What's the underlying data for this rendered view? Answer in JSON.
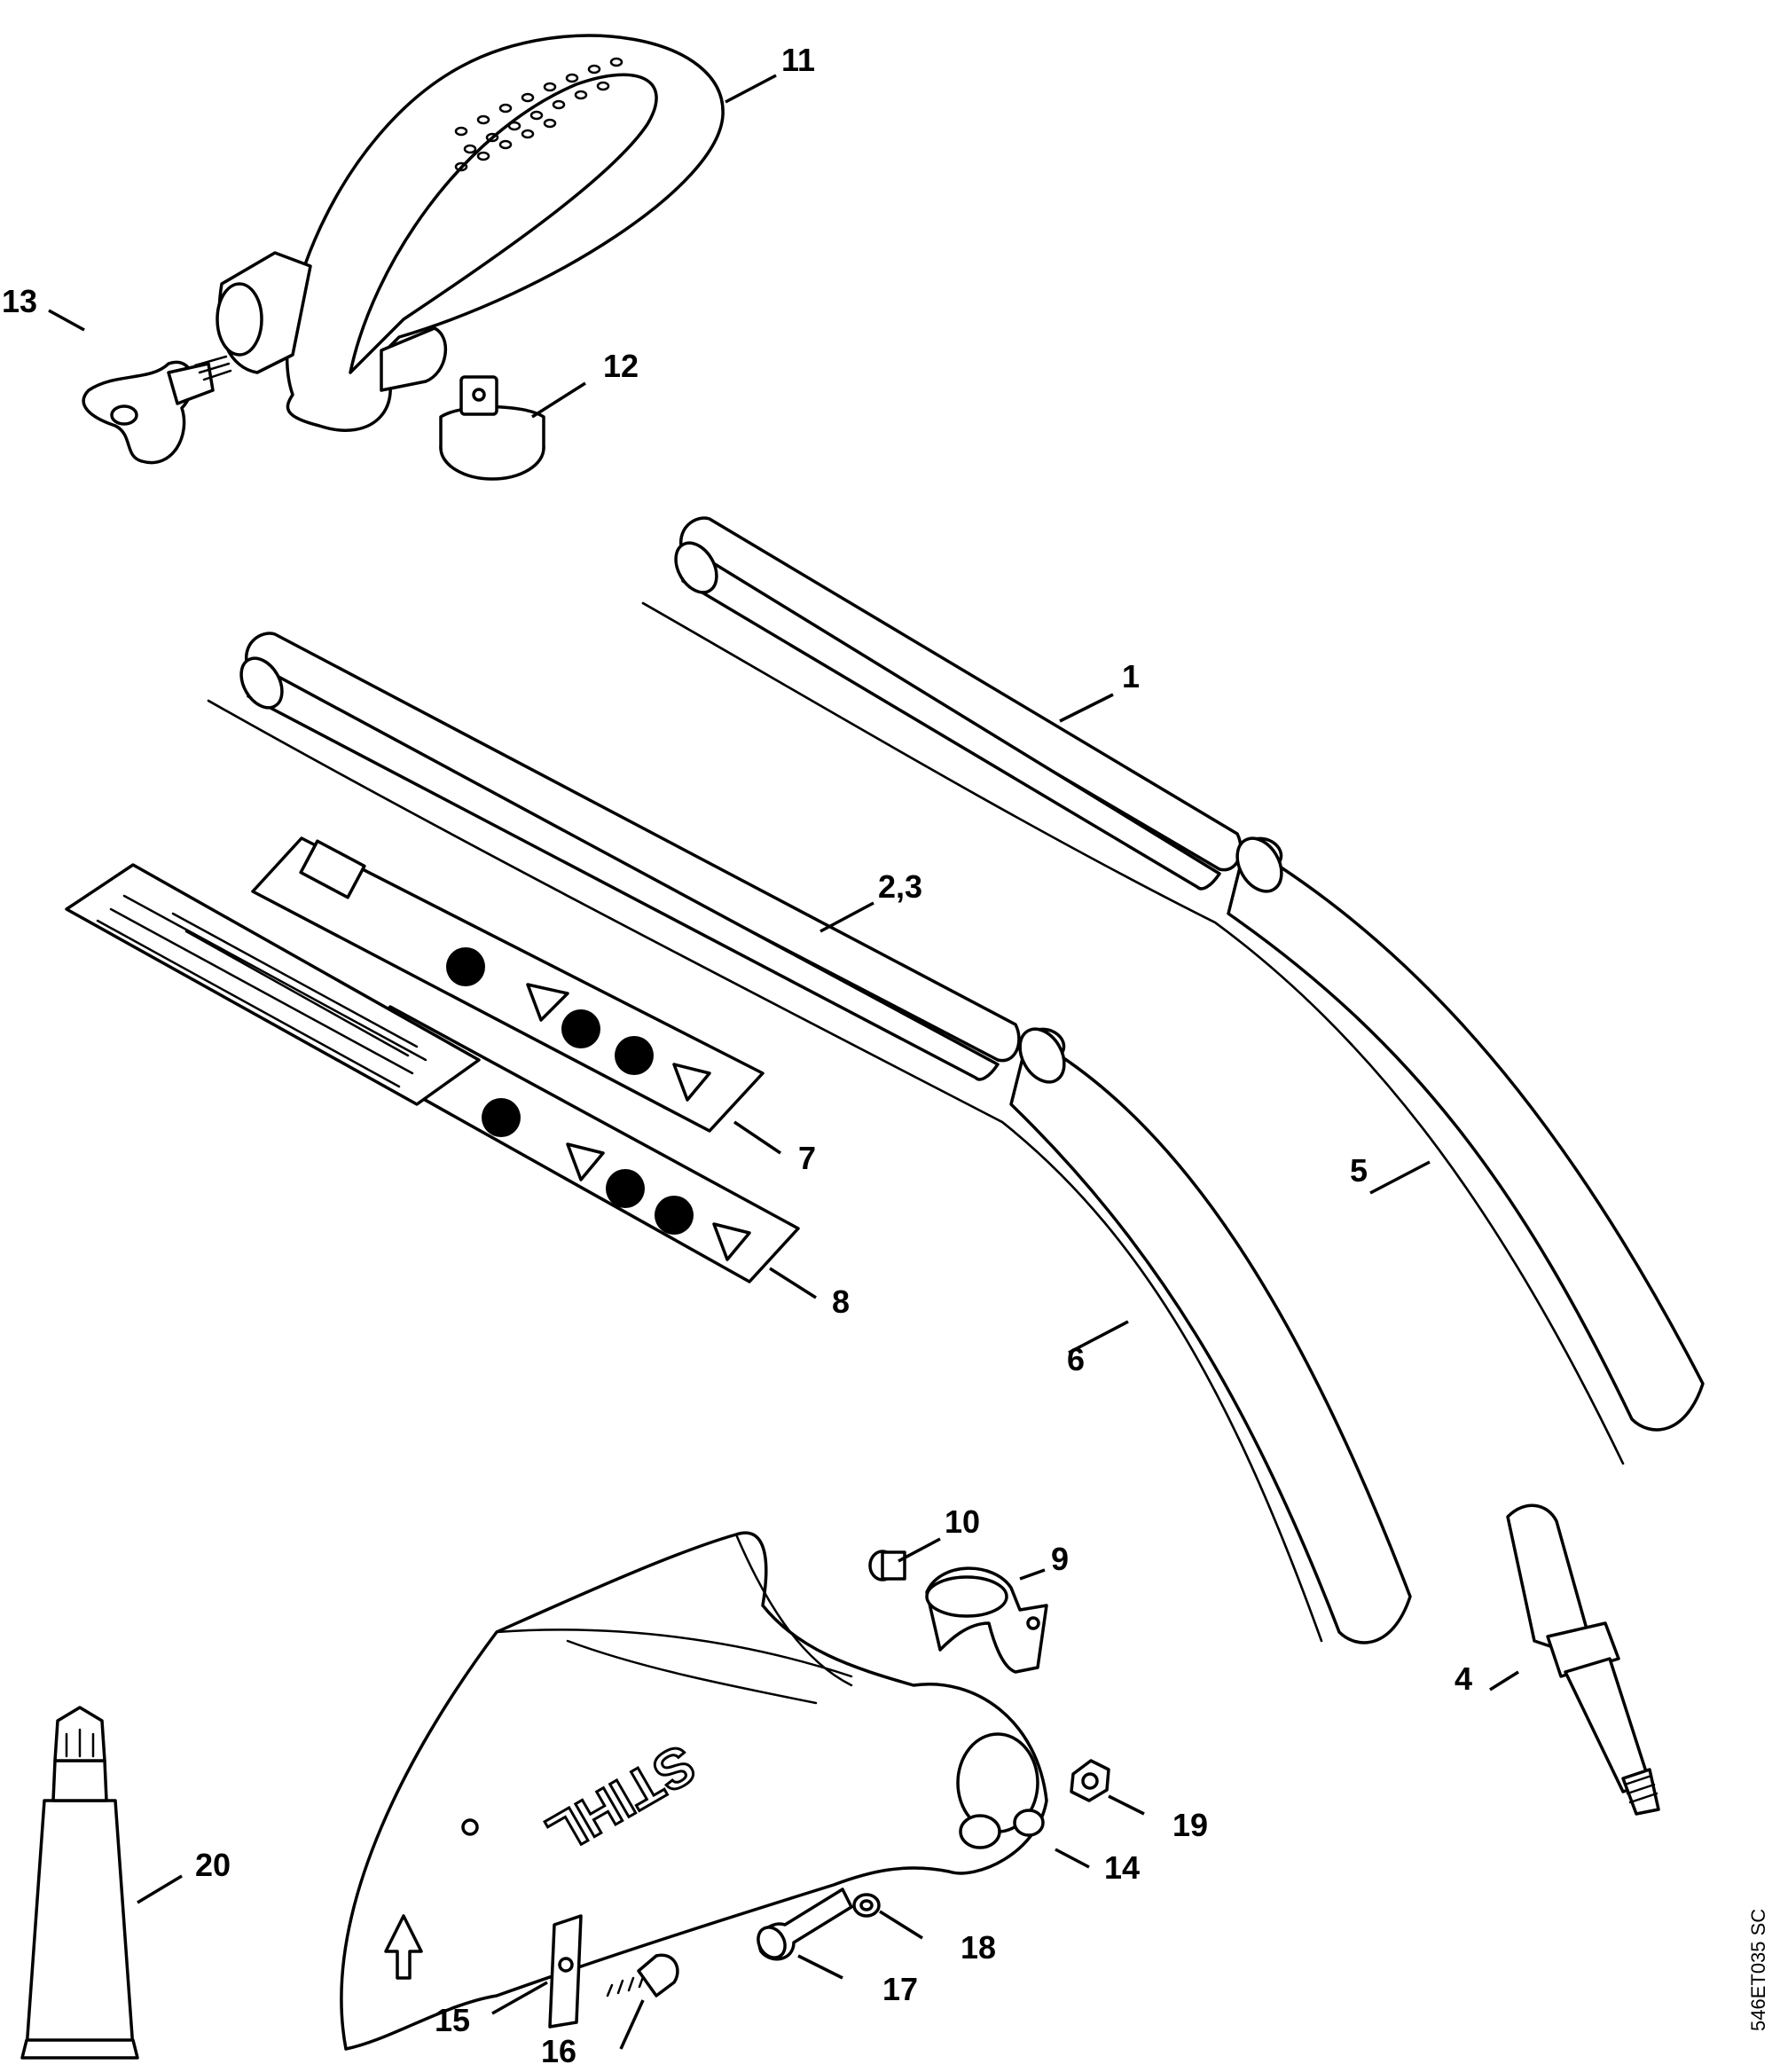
{
  "diagram": {
    "code": "546ET035 SC",
    "logo_text": "STIHL",
    "callouts": [
      {
        "id": "c1",
        "label": "1"
      },
      {
        "id": "c23",
        "label": "2,3"
      },
      {
        "id": "c4",
        "label": "4"
      },
      {
        "id": "c5",
        "label": "5"
      },
      {
        "id": "c6",
        "label": "6"
      },
      {
        "id": "c7",
        "label": "7"
      },
      {
        "id": "c8",
        "label": "8"
      },
      {
        "id": "c9",
        "label": "9"
      },
      {
        "id": "c10",
        "label": "10"
      },
      {
        "id": "c11",
        "label": "11"
      },
      {
        "id": "c12",
        "label": "12"
      },
      {
        "id": "c13",
        "label": "13"
      },
      {
        "id": "c14",
        "label": "14"
      },
      {
        "id": "c15",
        "label": "15"
      },
      {
        "id": "c16",
        "label": "16"
      },
      {
        "id": "c17",
        "label": "17"
      },
      {
        "id": "c18",
        "label": "18"
      },
      {
        "id": "c19",
        "label": "19"
      },
      {
        "id": "c20",
        "label": "20"
      }
    ]
  }
}
